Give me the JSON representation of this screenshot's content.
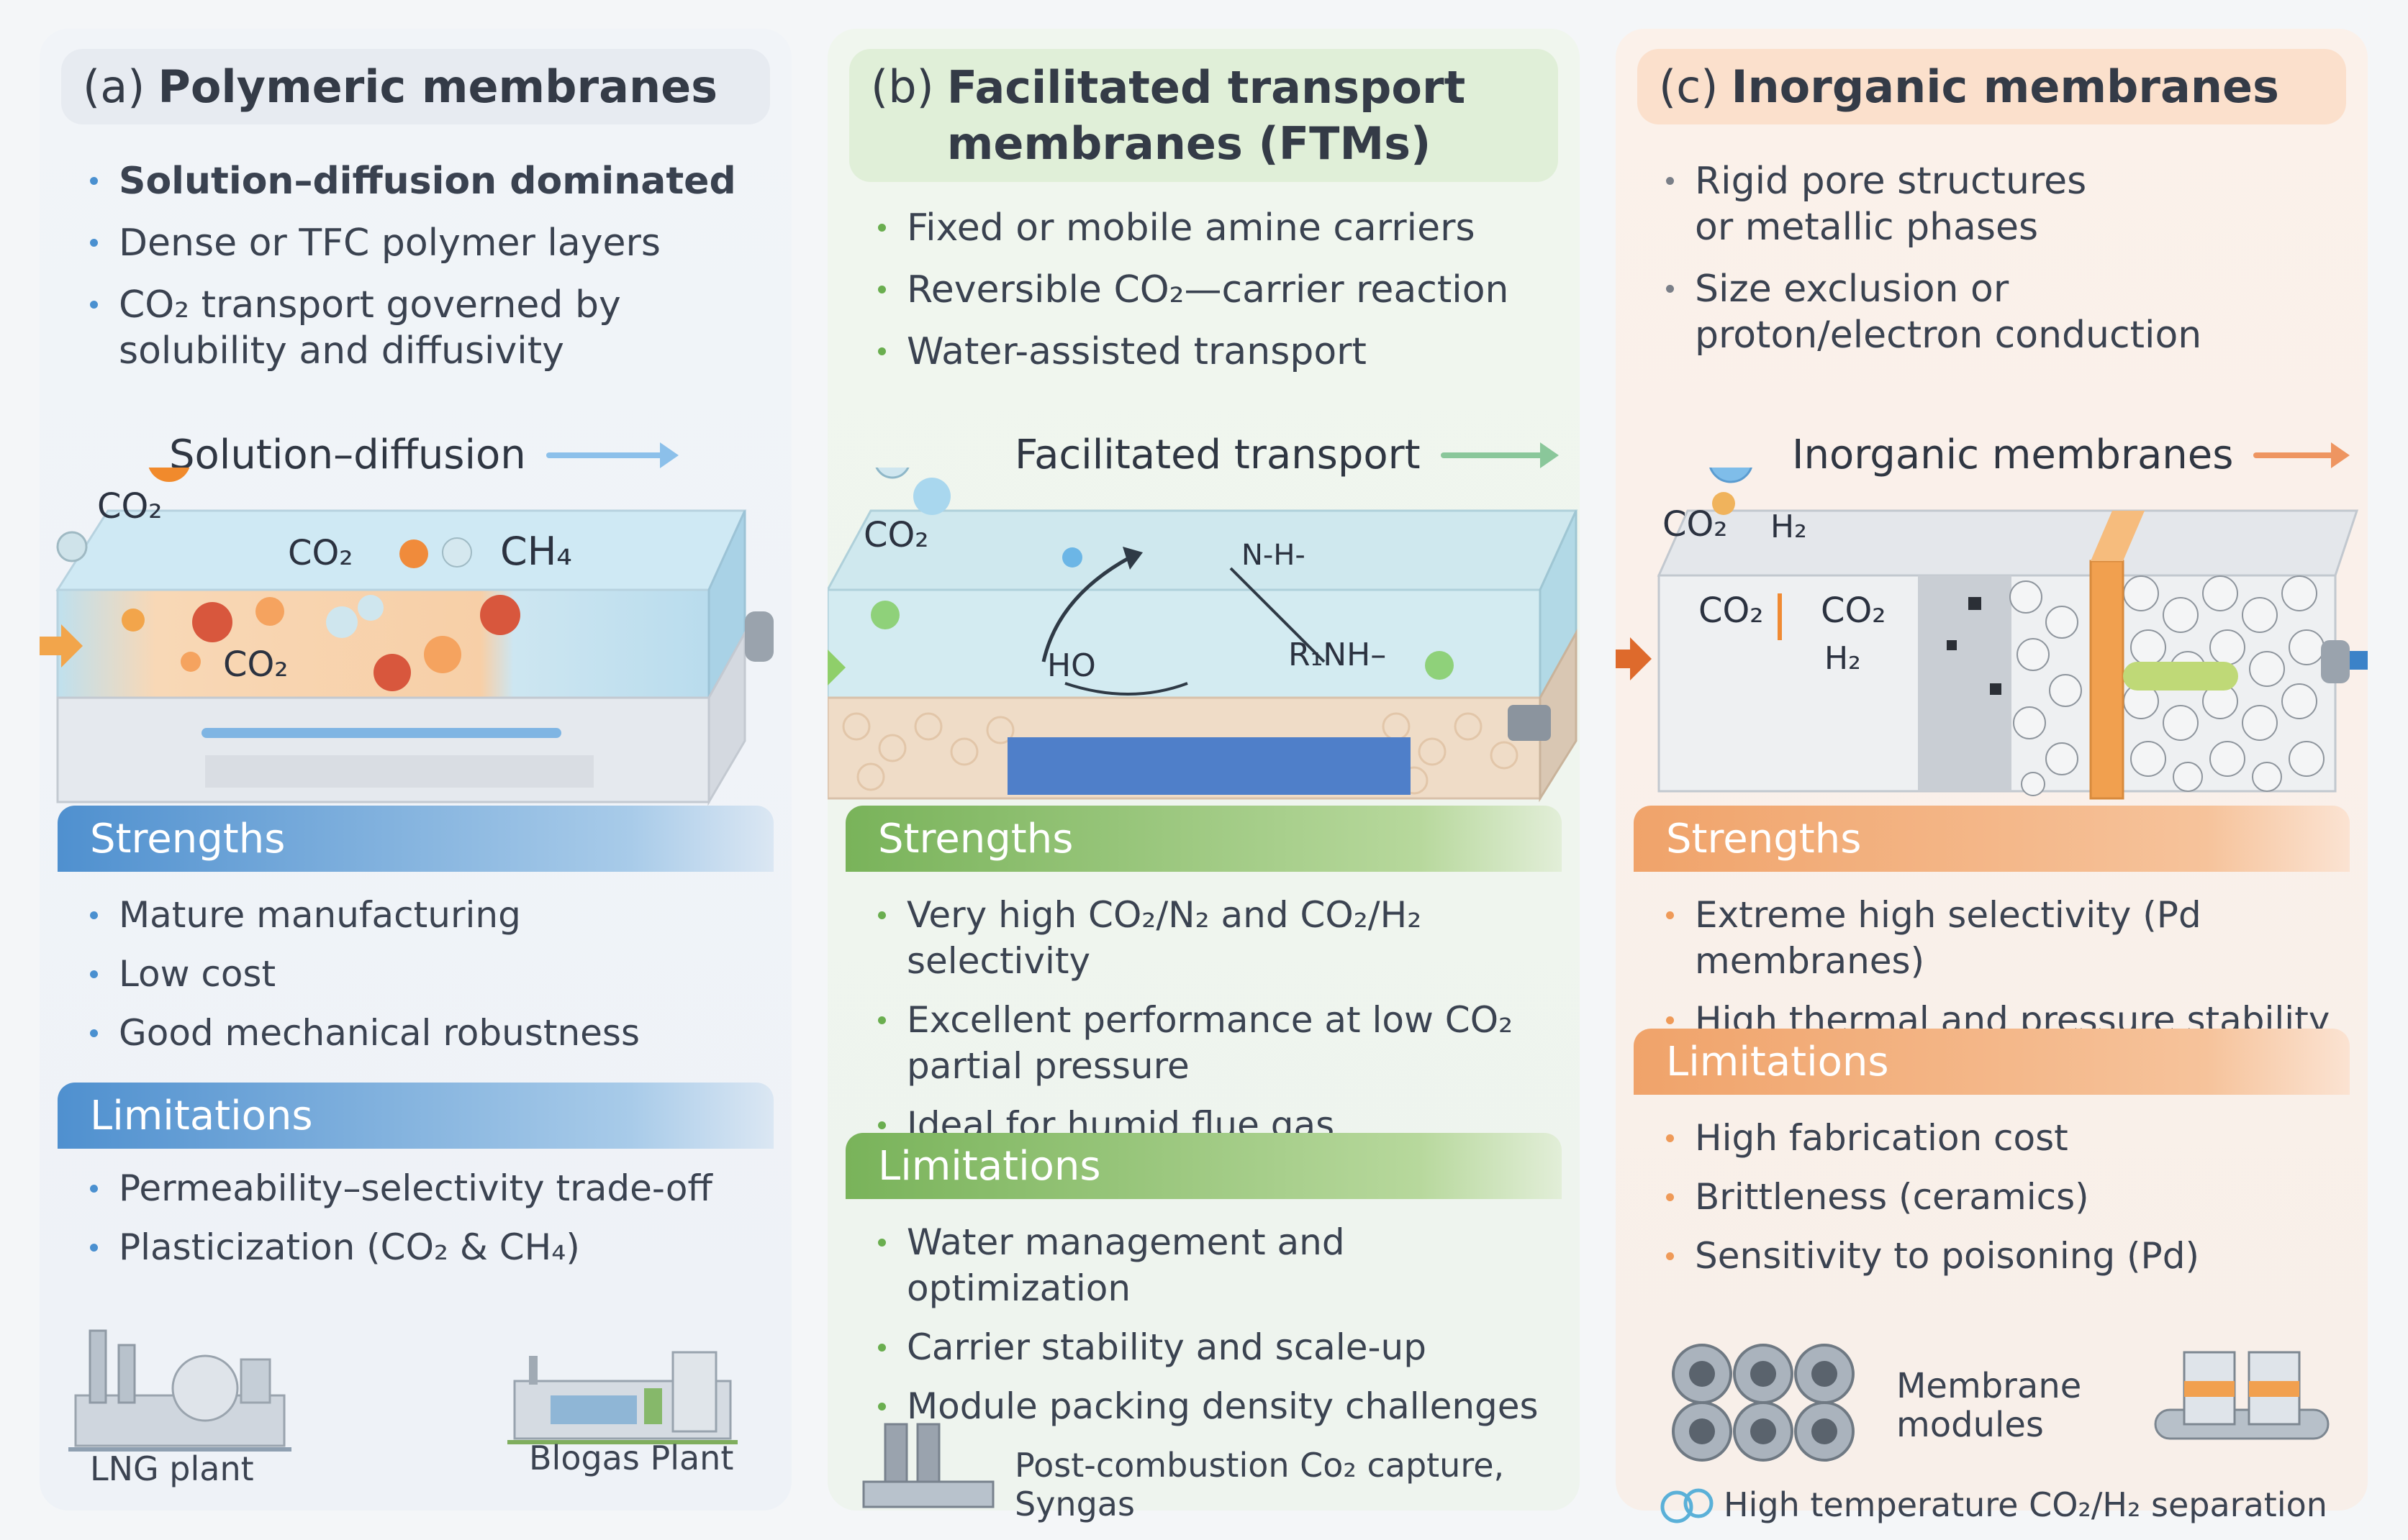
{
  "panels": {
    "a": {
      "letter": "(a)",
      "title": "Polymeric membranes",
      "bullets": [
        "Solution–diffusion dominated",
        "Dense or TFC polymer layers",
        "CO₂ transport governed by solubility and diffusivity"
      ],
      "flow_label": "Solution–diffusion",
      "molecules": [
        "CO₂",
        "CO₂",
        "CH₄",
        "CO₂"
      ],
      "strengths_title": "Strengths",
      "strengths": [
        "Mature manufacturing",
        "Low cost",
        "Good mechanical robustness"
      ],
      "limitations_title": "Limitations",
      "limitations": [
        "Permeability–selectivity trade-off",
        "Plasticization (CO₂ & CH₄)"
      ],
      "apps": [
        "LNG plant",
        "Blogas Plant"
      ]
    },
    "b": {
      "letter": "(b)",
      "title_line1": "Facilitated transport",
      "title_line2": "membranes (FTMs)",
      "bullets": [
        "Fixed or mobile amine carriers",
        "Reversible CO₂—carrier reaction",
        "Water-assisted transport"
      ],
      "flow_label": "Facilitated transport",
      "molecules": [
        "CO₂",
        "HO",
        "R₁NH–",
        "N-H-"
      ],
      "strengths_title": "Strengths",
      "strengths": [
        "Very high CO₂/N₂ and CO₂/H₂ selectivity",
        "Excellent performance at low CO₂ partial pressure",
        "Ideal for humid flue gas"
      ],
      "limitations_title": "Limitations",
      "limitations": [
        "Water management and optimization",
        "Carrier stability and scale-up",
        "Module packing density challenges"
      ],
      "app": "Post-combustion Co₂ capture, Syngas"
    },
    "c": {
      "letter": "(c)",
      "title": "Inorganic membranes",
      "bullets": [
        "Rigid pore structures or metallic phases",
        "Size exclusion or proton/electron conduction"
      ],
      "flow_label": "Inorganic membranes",
      "molecules": [
        "CO₂",
        "H₂",
        "CO₂",
        "CO₂",
        "H₂"
      ],
      "strengths_title": "Strengths",
      "strengths": [
        "Extreme high selectivity (Pd membranes)",
        "High thermal and pressure stability"
      ],
      "limitations_title": "Limitations",
      "limitations": [
        "High fabrication cost",
        "Brittleness (ceramics)",
        "Sensitivity to poisoning (Pd)"
      ],
      "module_label": "Membrane modules",
      "app": "High temperature CO₂/H₂ separation"
    }
  },
  "colors": {
    "blue_accent": "#4f90cf",
    "green_accent": "#79b35a",
    "orange_accent": "#f0a36a"
  }
}
